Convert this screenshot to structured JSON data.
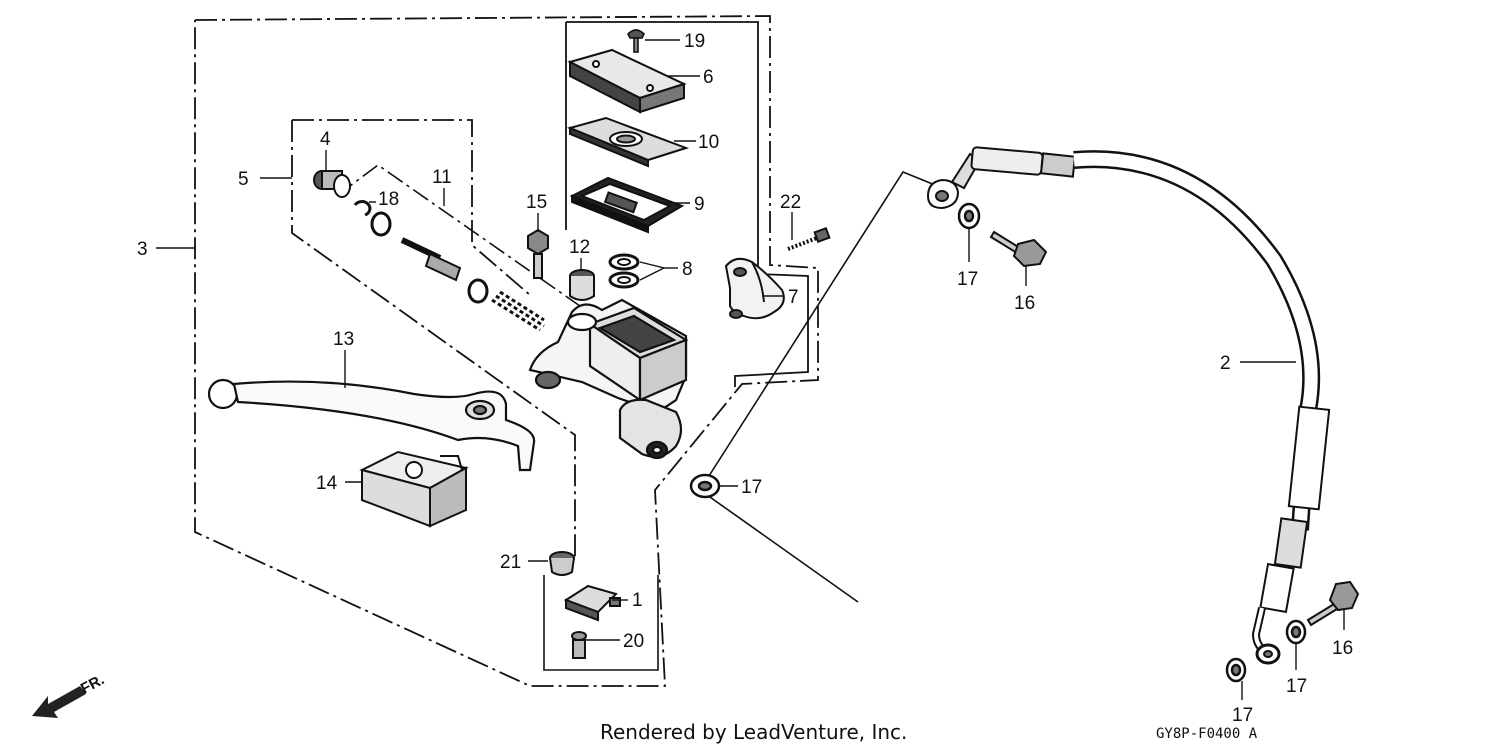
{
  "diagram": {
    "parts": [
      {
        "id": "p19",
        "label": "19"
      },
      {
        "id": "p6",
        "label": "6"
      },
      {
        "id": "p10",
        "label": "10"
      },
      {
        "id": "p9",
        "label": "9"
      },
      {
        "id": "p8",
        "label": "8"
      },
      {
        "id": "p7",
        "label": "7"
      },
      {
        "id": "p22",
        "label": "22"
      },
      {
        "id": "p4",
        "label": "4"
      },
      {
        "id": "p5",
        "label": "5"
      },
      {
        "id": "p18",
        "label": "18"
      },
      {
        "id": "p11",
        "label": "11"
      },
      {
        "id": "p15",
        "label": "15"
      },
      {
        "id": "p12",
        "label": "12"
      },
      {
        "id": "p3",
        "label": "3"
      },
      {
        "id": "p13",
        "label": "13"
      },
      {
        "id": "p14",
        "label": "14"
      },
      {
        "id": "p17a",
        "label": "17"
      },
      {
        "id": "p21",
        "label": "21"
      },
      {
        "id": "p1",
        "label": "1"
      },
      {
        "id": "p20",
        "label": "20"
      },
      {
        "id": "p17b",
        "label": "17"
      },
      {
        "id": "p16a",
        "label": "16"
      },
      {
        "id": "p2",
        "label": "2"
      },
      {
        "id": "p16b",
        "label": "16"
      },
      {
        "id": "p17c",
        "label": "17"
      },
      {
        "id": "p17d",
        "label": "17"
      }
    ],
    "direction_label": "FR.",
    "footer_text": "Rendered by LeadVenture, Inc.",
    "ref_code": "GY8P-F0400 A"
  }
}
